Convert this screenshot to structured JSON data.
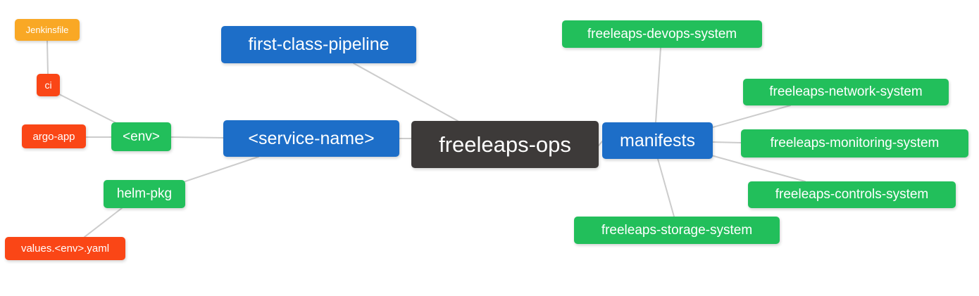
{
  "diagram": {
    "type": "mindmap",
    "root": "freeleaps-ops",
    "palette": {
      "root_bg": "#3d3a39",
      "branch_blue_bg": "#1d6ec8",
      "leaf_green_bg": "#22bf5b",
      "leaf_red_bg": "#fa4616",
      "leaf_orange_bg": "#f9a825",
      "node_text": "#ffffff",
      "connector": "#cccccc",
      "background": "#ffffff"
    },
    "nodes": {
      "root": {
        "label": "freeleaps-ops"
      },
      "first_class_pipeline": {
        "label": "first-class-pipeline"
      },
      "service_name": {
        "label": "<service-name>"
      },
      "manifests": {
        "label": "manifests"
      },
      "env": {
        "label": "<env>"
      },
      "helm_pkg": {
        "label": "helm-pkg"
      },
      "argo_app": {
        "label": "argo-app"
      },
      "ci": {
        "label": "ci"
      },
      "jenkinsfile": {
        "label": "Jenkinsfile"
      },
      "values_env_yaml": {
        "label": "values.<env>.yaml"
      },
      "devops_system": {
        "label": "freeleaps-devops-system"
      },
      "network_system": {
        "label": "freeleaps-network-system"
      },
      "monitoring_system": {
        "label": "freeleaps-monitoring-system"
      },
      "controls_system": {
        "label": "freeleaps-controls-system"
      },
      "storage_system": {
        "label": "freeleaps-storage-system"
      }
    },
    "edges": [
      [
        "jenkinsfile",
        "ci"
      ],
      [
        "ci",
        "env"
      ],
      [
        "argo_app",
        "env"
      ],
      [
        "env",
        "service_name"
      ],
      [
        "helm_pkg",
        "service_name"
      ],
      [
        "values_env_yaml",
        "helm_pkg"
      ],
      [
        "first_class_pipeline",
        "root"
      ],
      [
        "service_name",
        "root"
      ],
      [
        "root",
        "manifests"
      ],
      [
        "manifests",
        "devops_system"
      ],
      [
        "manifests",
        "network_system"
      ],
      [
        "manifests",
        "monitoring_system"
      ],
      [
        "manifests",
        "controls_system"
      ],
      [
        "manifests",
        "storage_system"
      ]
    ]
  }
}
